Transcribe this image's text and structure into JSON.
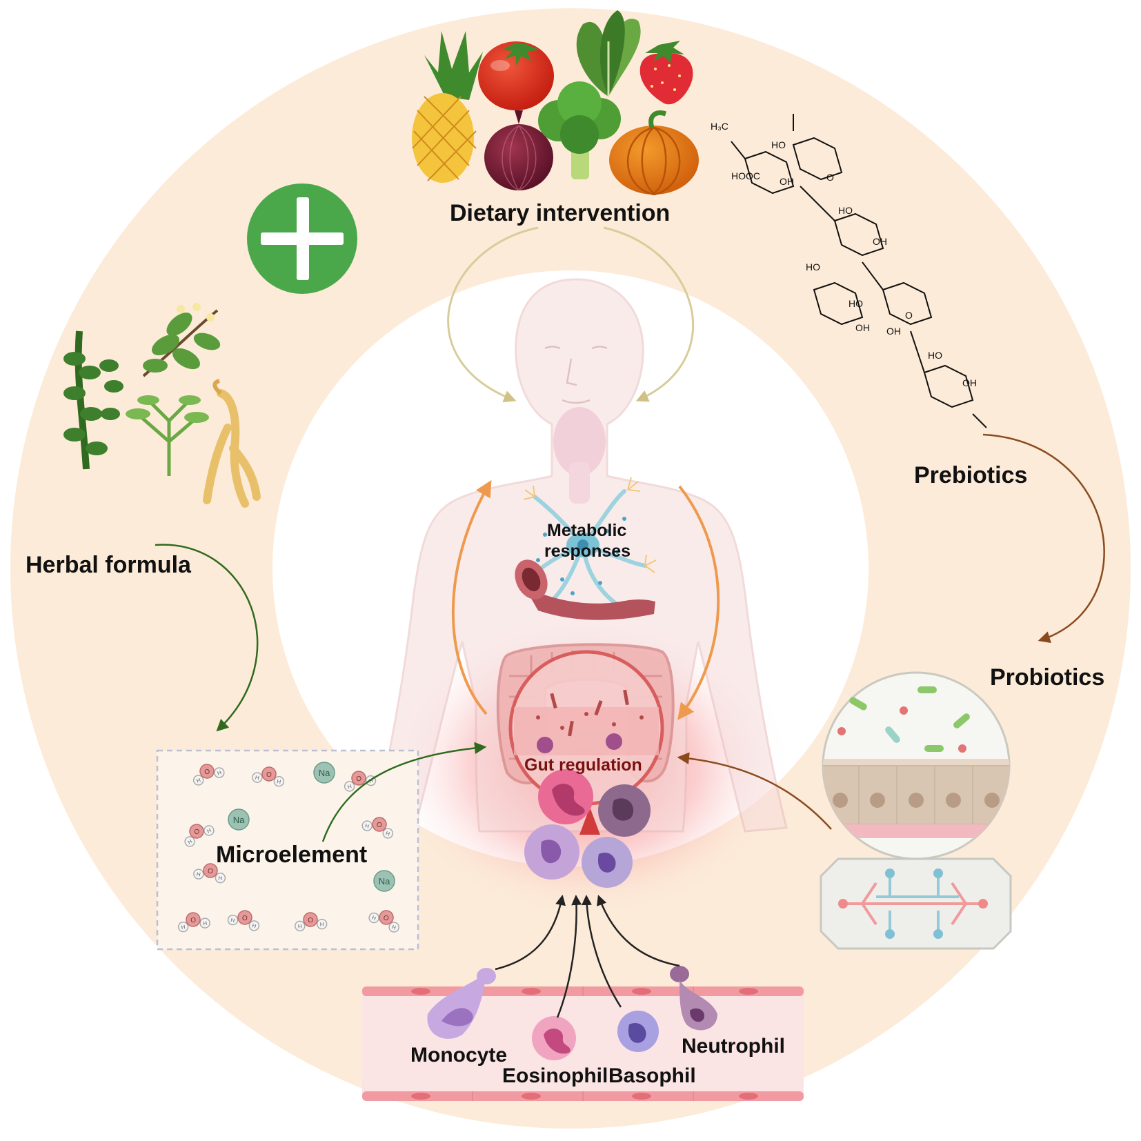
{
  "labels": {
    "dietary": "Dietary intervention",
    "prebiotics": "Prebiotics",
    "probiotics": "Probiotics",
    "herbal": "Herbal formula",
    "microelement": "Microelement",
    "metabolic_line1": "Metabolic",
    "metabolic_line2": "responses",
    "gut": "Gut  regulation",
    "monocyte": "Monocyte",
    "eosinophil": "Eosinophil",
    "basophil": "Basophil",
    "neutrophil": "Neutrophil"
  },
  "molecule_labels": {
    "na": "Na",
    "o": "O",
    "h": "H",
    "ho": "HO",
    "oh": "OH",
    "hooc": "HOOC",
    "h3c": "H₃C",
    "ring_o": "O"
  },
  "icons": [
    "plus-badge-icon",
    "pineapple-icon",
    "tomato-icon",
    "spinach-icon",
    "strawberry-icon",
    "onion-icon",
    "broccoli-icon",
    "pumpkin-icon",
    "herb-plant-icon",
    "ginseng-icon",
    "human-silhouette-icon",
    "neuron-icon",
    "intestine-icon",
    "bacteria-icon",
    "organ-chip-icon",
    "water-molecule-icon",
    "sodium-ion-icon",
    "blood-vessel-icon"
  ],
  "colors": {
    "outer_ring": "#fcebd8",
    "plus_badge": "#4aa84b",
    "herbal_arrow": "#2f6a1f",
    "probiotic_arrow": "#8a4a1e",
    "diet_arrow": "#d8cc9a",
    "metabolic_arrow": "#ee9a4e",
    "inflammation": "#f05a5a"
  }
}
